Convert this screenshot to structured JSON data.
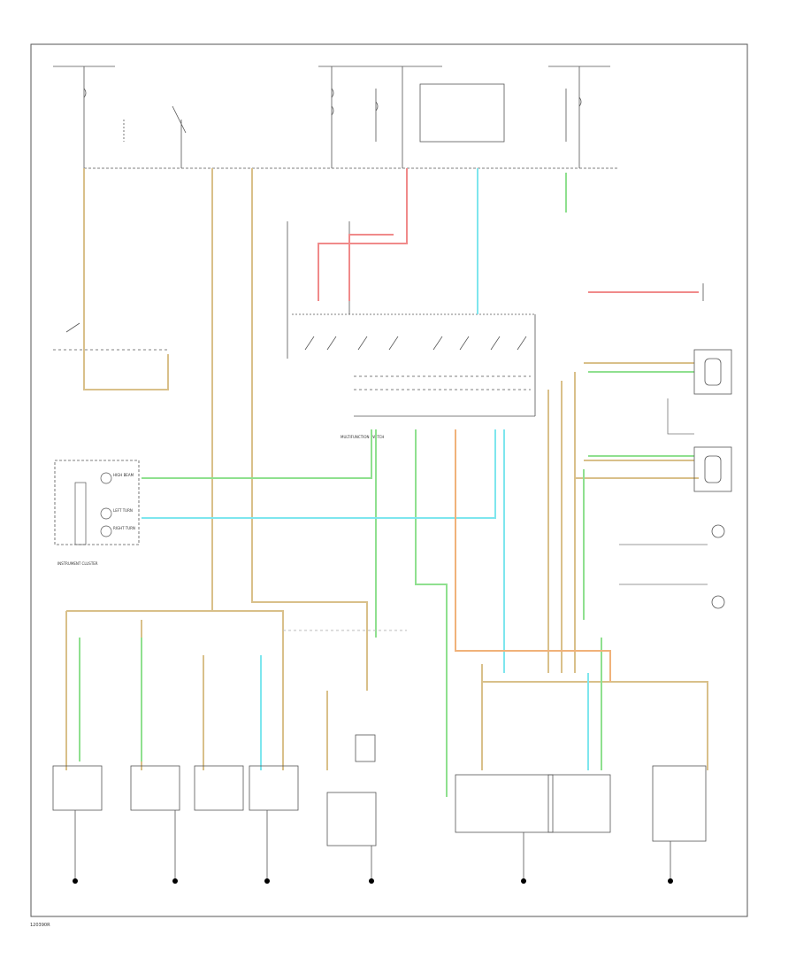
{
  "diagram": {
    "panel_labels": {
      "instrument_cluster": "INSTRUMENT CLUSTER",
      "multifunction_switch": "MULTIFUNCTION SWITCH",
      "high_beam_indicator": "HIGH BEAM",
      "left_turn_indicator": "LEFT TURN",
      "right_turn_indicator": "RIGHT TURN"
    },
    "wire_colors": {
      "tan": "#d9c08a",
      "green": "#8fe08f",
      "cyan": "#7ee6ee",
      "pink": "#f08a8a",
      "orange": "#f0b27a",
      "black": "#000000"
    },
    "footer_code": "120390R"
  }
}
